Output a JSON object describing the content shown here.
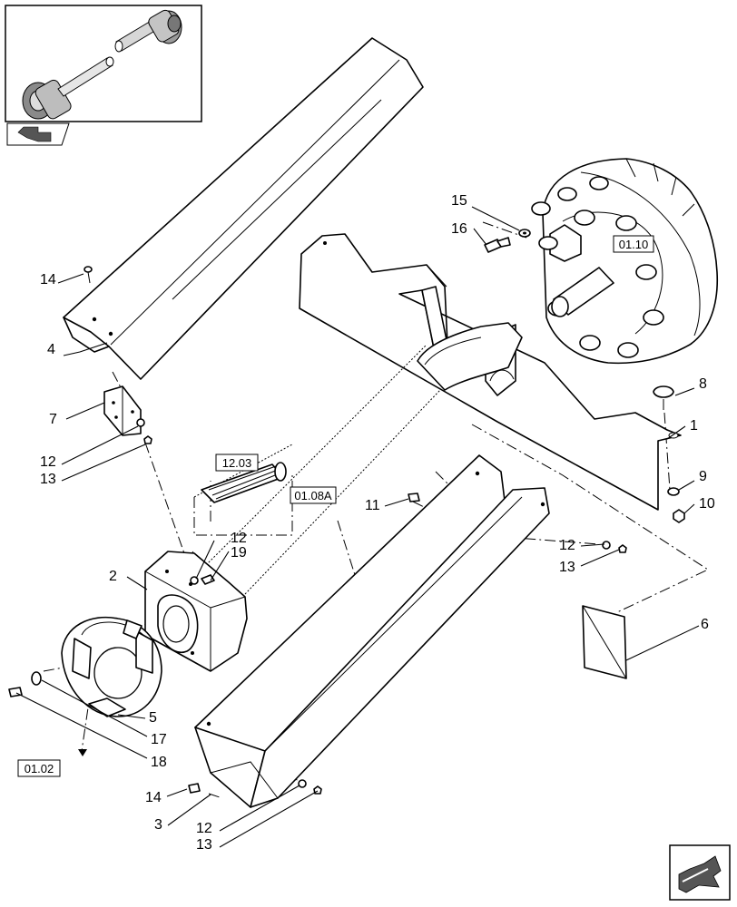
{
  "labels": {
    "l1": "1",
    "l2": "2",
    "l3": "3",
    "l4": "4",
    "l5": "5",
    "l6": "6",
    "l7": "7",
    "l8": "8",
    "l9": "9",
    "l10": "10",
    "l11": "11",
    "l12a": "12",
    "l12b": "12",
    "l12c": "12",
    "l12d": "12",
    "l13a": "13",
    "l13b": "13",
    "l13c": "13",
    "l14a": "14",
    "l14b": "14",
    "l15": "15",
    "l16": "16",
    "l17": "17",
    "l18": "18",
    "l19": "19"
  },
  "refs": {
    "r0110": "01.10",
    "r0108a": "01.08A",
    "r1203": "12.03",
    "r0102": "01.02"
  },
  "icons": {
    "thumbnail": "drive-shaft-thumbnail",
    "nav_prev": "previous-page-arrow-icon",
    "nav_next": "next-page-arrow-icon"
  }
}
